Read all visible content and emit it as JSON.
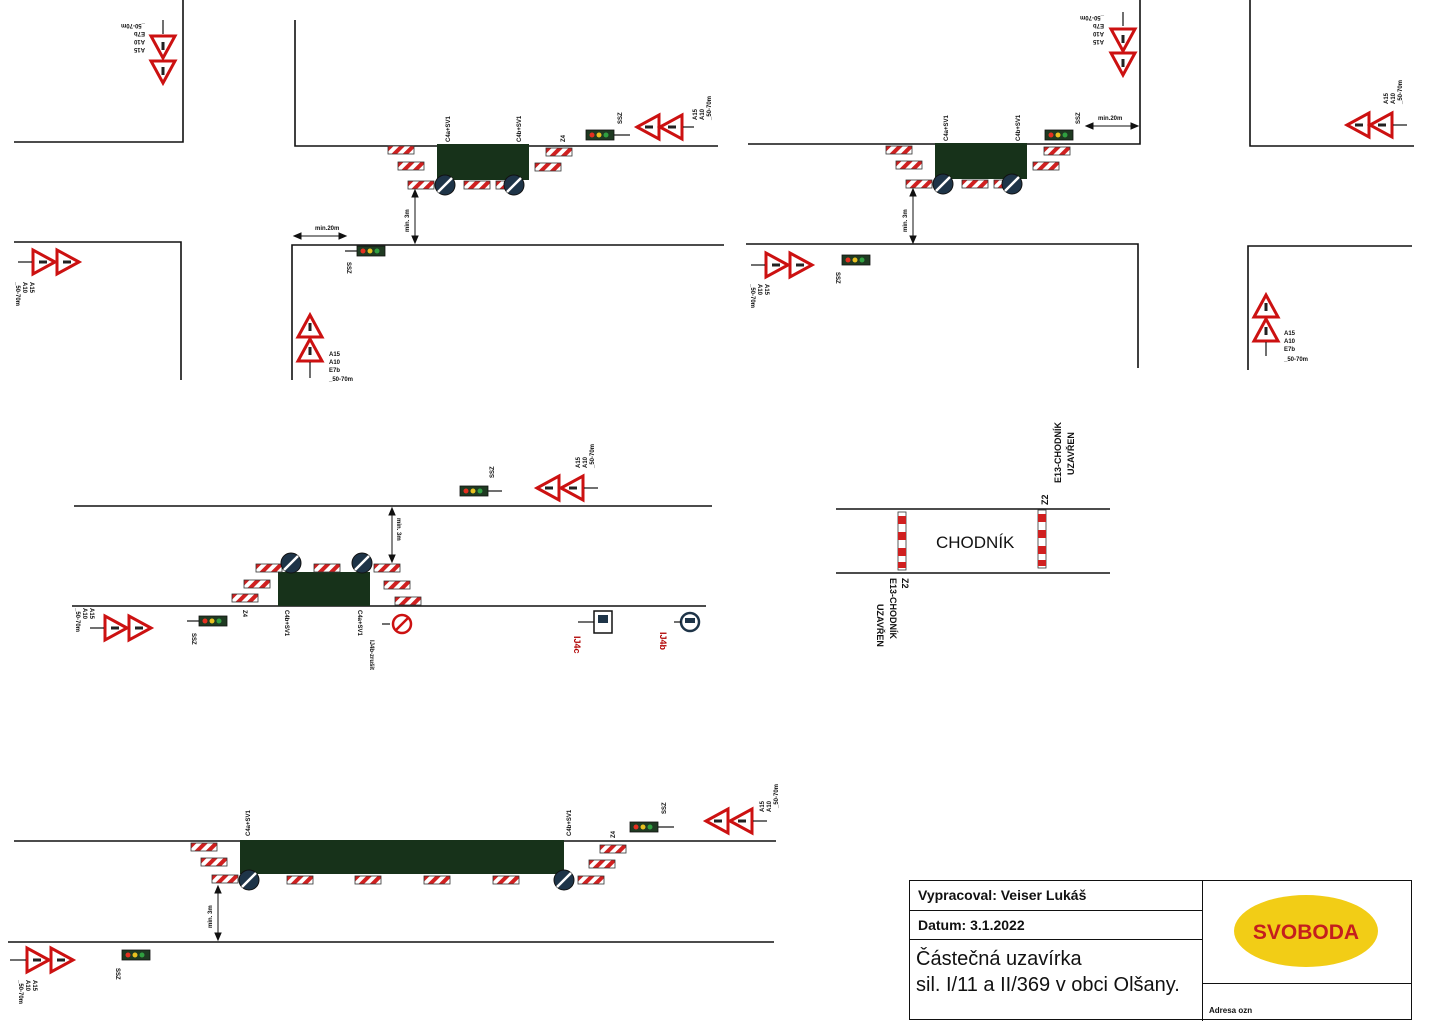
{
  "labels": {
    "a15": "A15",
    "a10": "A10",
    "e7b": "E7b",
    "dist_50_70": "_50-70m",
    "ssz": "SSZ",
    "z4": "Z4",
    "c4a_sv1": "C4a+SV1",
    "c4b_sv1": "C4b+SV1",
    "min_20m": "min.20m",
    "min_3m": "min. 3m",
    "ij4b_zrusit": "IJ4b-zrušit",
    "ij4c": "IJ4c",
    "ij4b": "IJ4b",
    "z2": "Z2",
    "e13_chodnik": "E13-CHODNÍK",
    "uzavren": "UZAVŘEN",
    "chodnik": "CHODNÍK"
  },
  "title_block": {
    "author": "Vypracoval: Veiser Lukáš",
    "date": "Datum: 3.1.2022",
    "desc_line1": "Částečná uzavírka",
    "desc_line2": "sil. I/11 a II/369 v obci Olšany.",
    "logo_text": "SVOBODA",
    "footer": "Adresa ozn"
  },
  "colors": {
    "work_zone": "#17321a",
    "barrier_red": "#d02020",
    "sign_red": "#cc1111",
    "logo_yellow": "#f2cd16",
    "logo_red": "#c41e1e"
  }
}
